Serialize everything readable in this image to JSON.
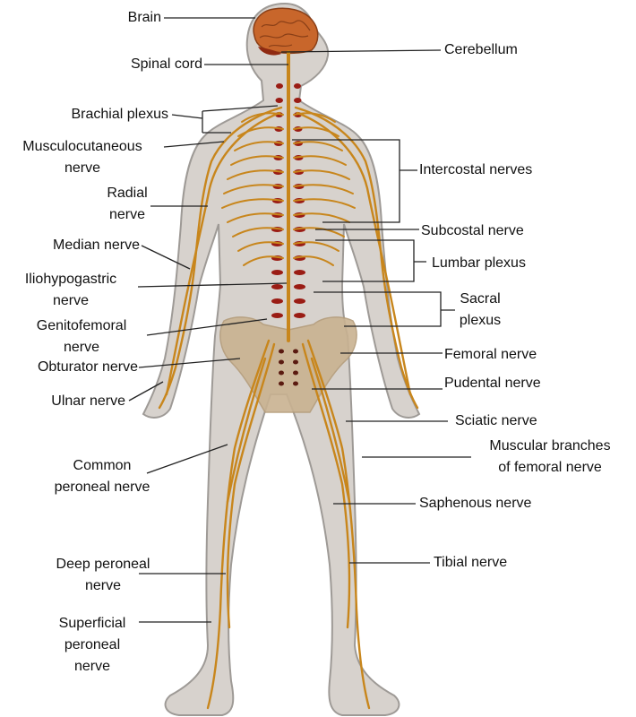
{
  "colors": {
    "body_fill": "#d7d2cd",
    "body_outline": "#9e9a96",
    "nerve": "#c8861c",
    "brain": "#c8662b",
    "spine_dots": "#9a1c14",
    "pelvis": "#c9b291",
    "leader": "#222222"
  },
  "labels": {
    "brain": "Brain",
    "cerebellum": "Cerebellum",
    "spinal_cord": "Spinal cord",
    "brachial_plexus": "Brachial plexus",
    "musculocutaneous": [
      "Musculocutaneous",
      "nerve"
    ],
    "intercostal": "Intercostal nerves",
    "radial": [
      "Radial",
      "nerve"
    ],
    "subcostal": "Subcostal nerve",
    "median": "Median nerve",
    "lumbar_plexus": "Lumbar plexus",
    "iliohypogastric": [
      "Iliohypogastric",
      "nerve"
    ],
    "sacral_plexus": [
      "Sacral",
      "plexus"
    ],
    "genitofemoral": [
      "Genitofemoral",
      "nerve"
    ],
    "femoral": "Femoral nerve",
    "obturator": "Obturator nerve",
    "pudental": "Pudental nerve",
    "ulnar": "Ulnar nerve",
    "sciatic": "Sciatic nerve",
    "muscular_branches": [
      "Muscular branches",
      "of femoral nerve"
    ],
    "common_peroneal": [
      "Common",
      "peroneal nerve"
    ],
    "saphenous": "Saphenous nerve",
    "deep_peroneal": [
      "Deep peroneal",
      "nerve"
    ],
    "tibial": "Tibial nerve",
    "superficial_peroneal": [
      "Superficial",
      "peroneal",
      "nerve"
    ]
  }
}
